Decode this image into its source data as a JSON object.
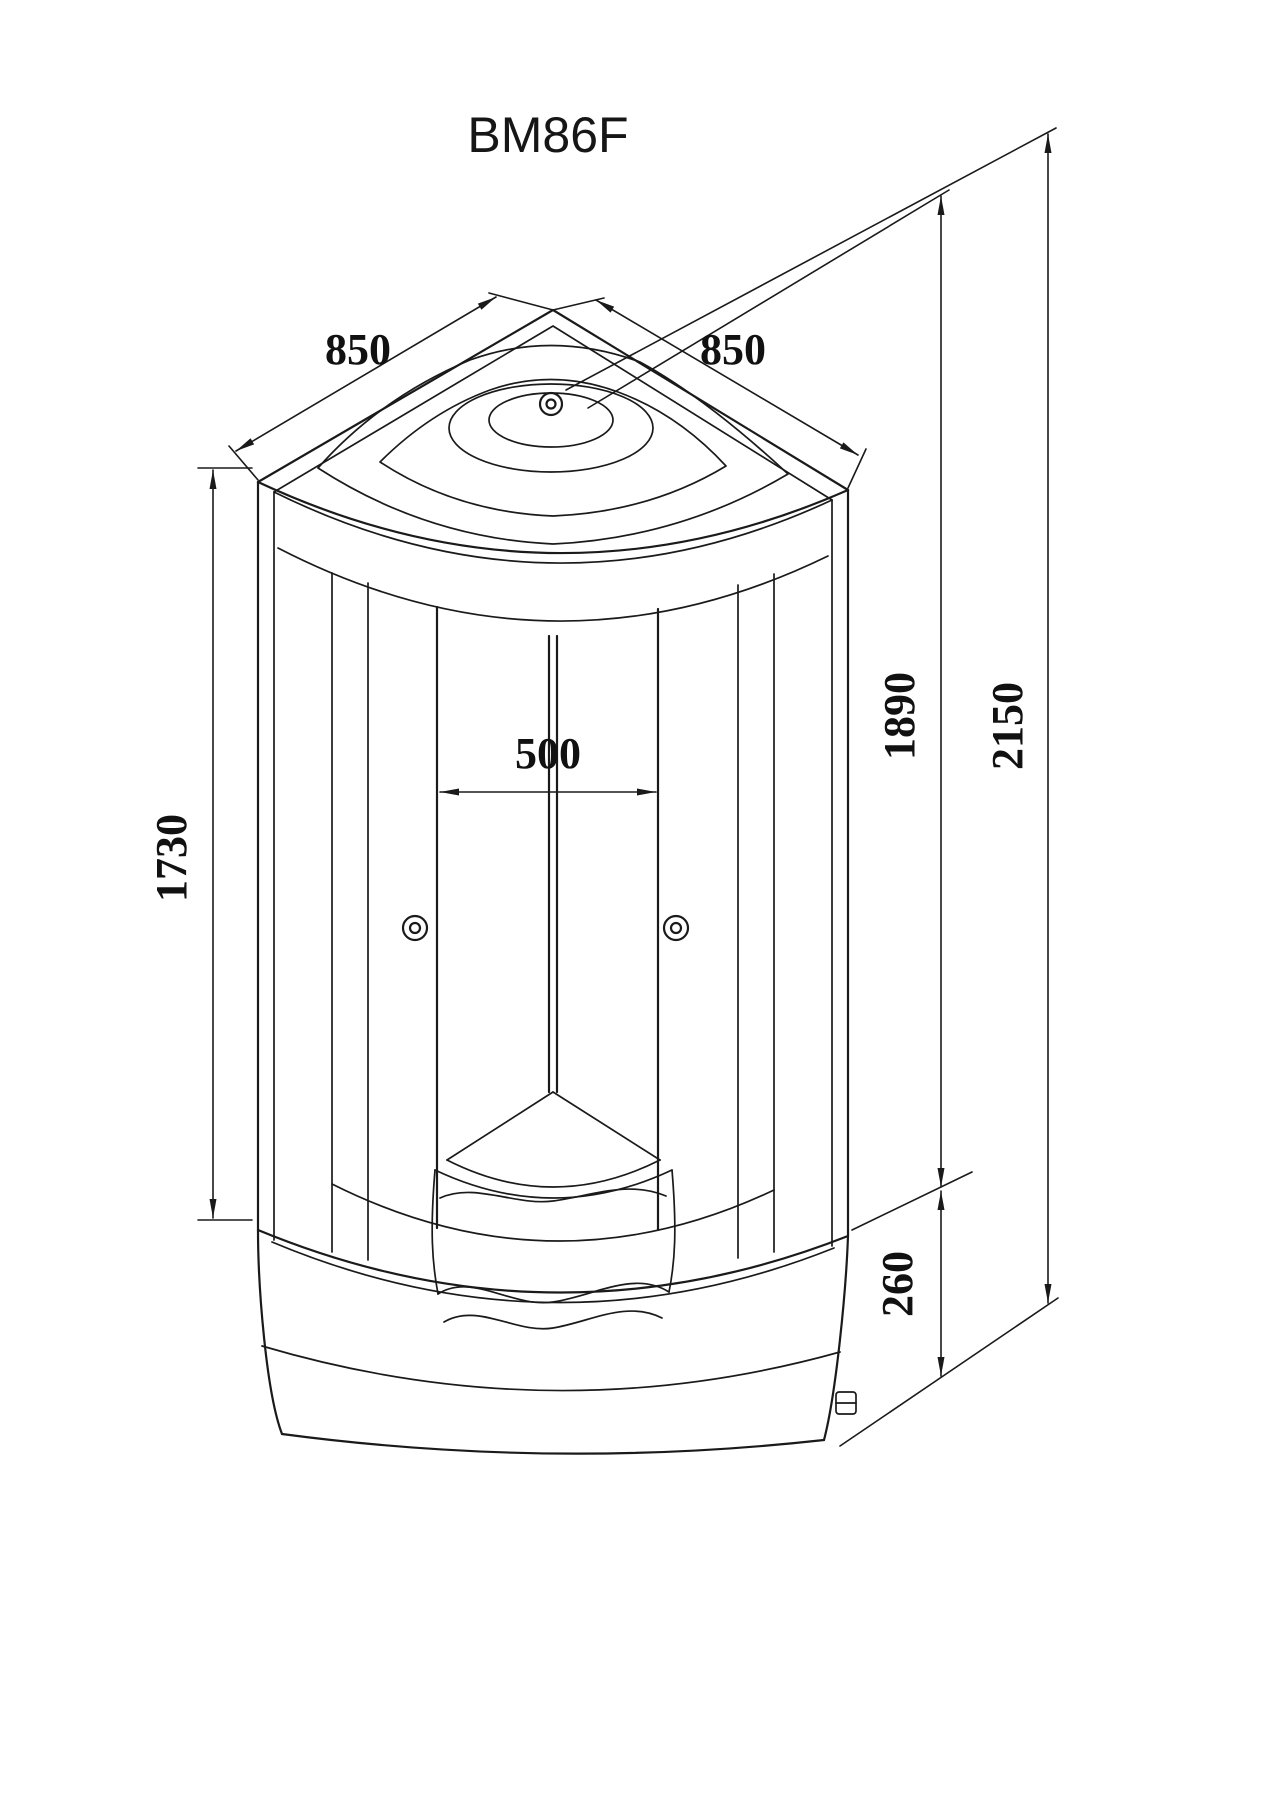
{
  "title": "BM86F",
  "dimensions": {
    "top_left_width": "850",
    "top_right_width": "850",
    "door_opening_width": "500",
    "glass_panel_height": "1730",
    "cabin_body_height": "1890",
    "total_height": "2150",
    "tray_height": "260"
  },
  "colors": {
    "line": "#1a1a1a",
    "background": "#ffffff"
  }
}
